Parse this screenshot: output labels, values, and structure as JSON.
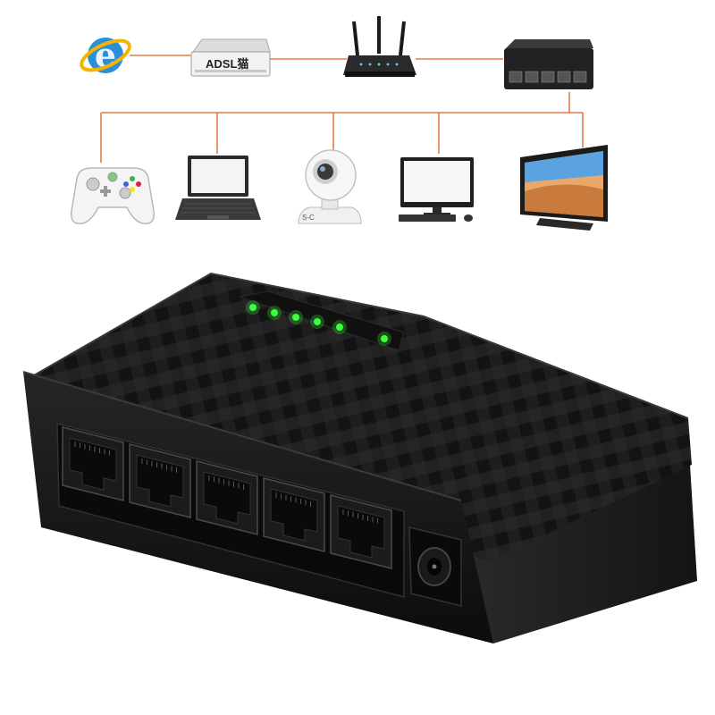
{
  "diagram": {
    "modem_label": "ADSL猫",
    "camera_brand": "S-C",
    "line_color": "#e8794a"
  },
  "product": {
    "port_count": 5,
    "led_count": 6,
    "led_color": "#3bff3b",
    "body_color": "#1c1c1c"
  }
}
